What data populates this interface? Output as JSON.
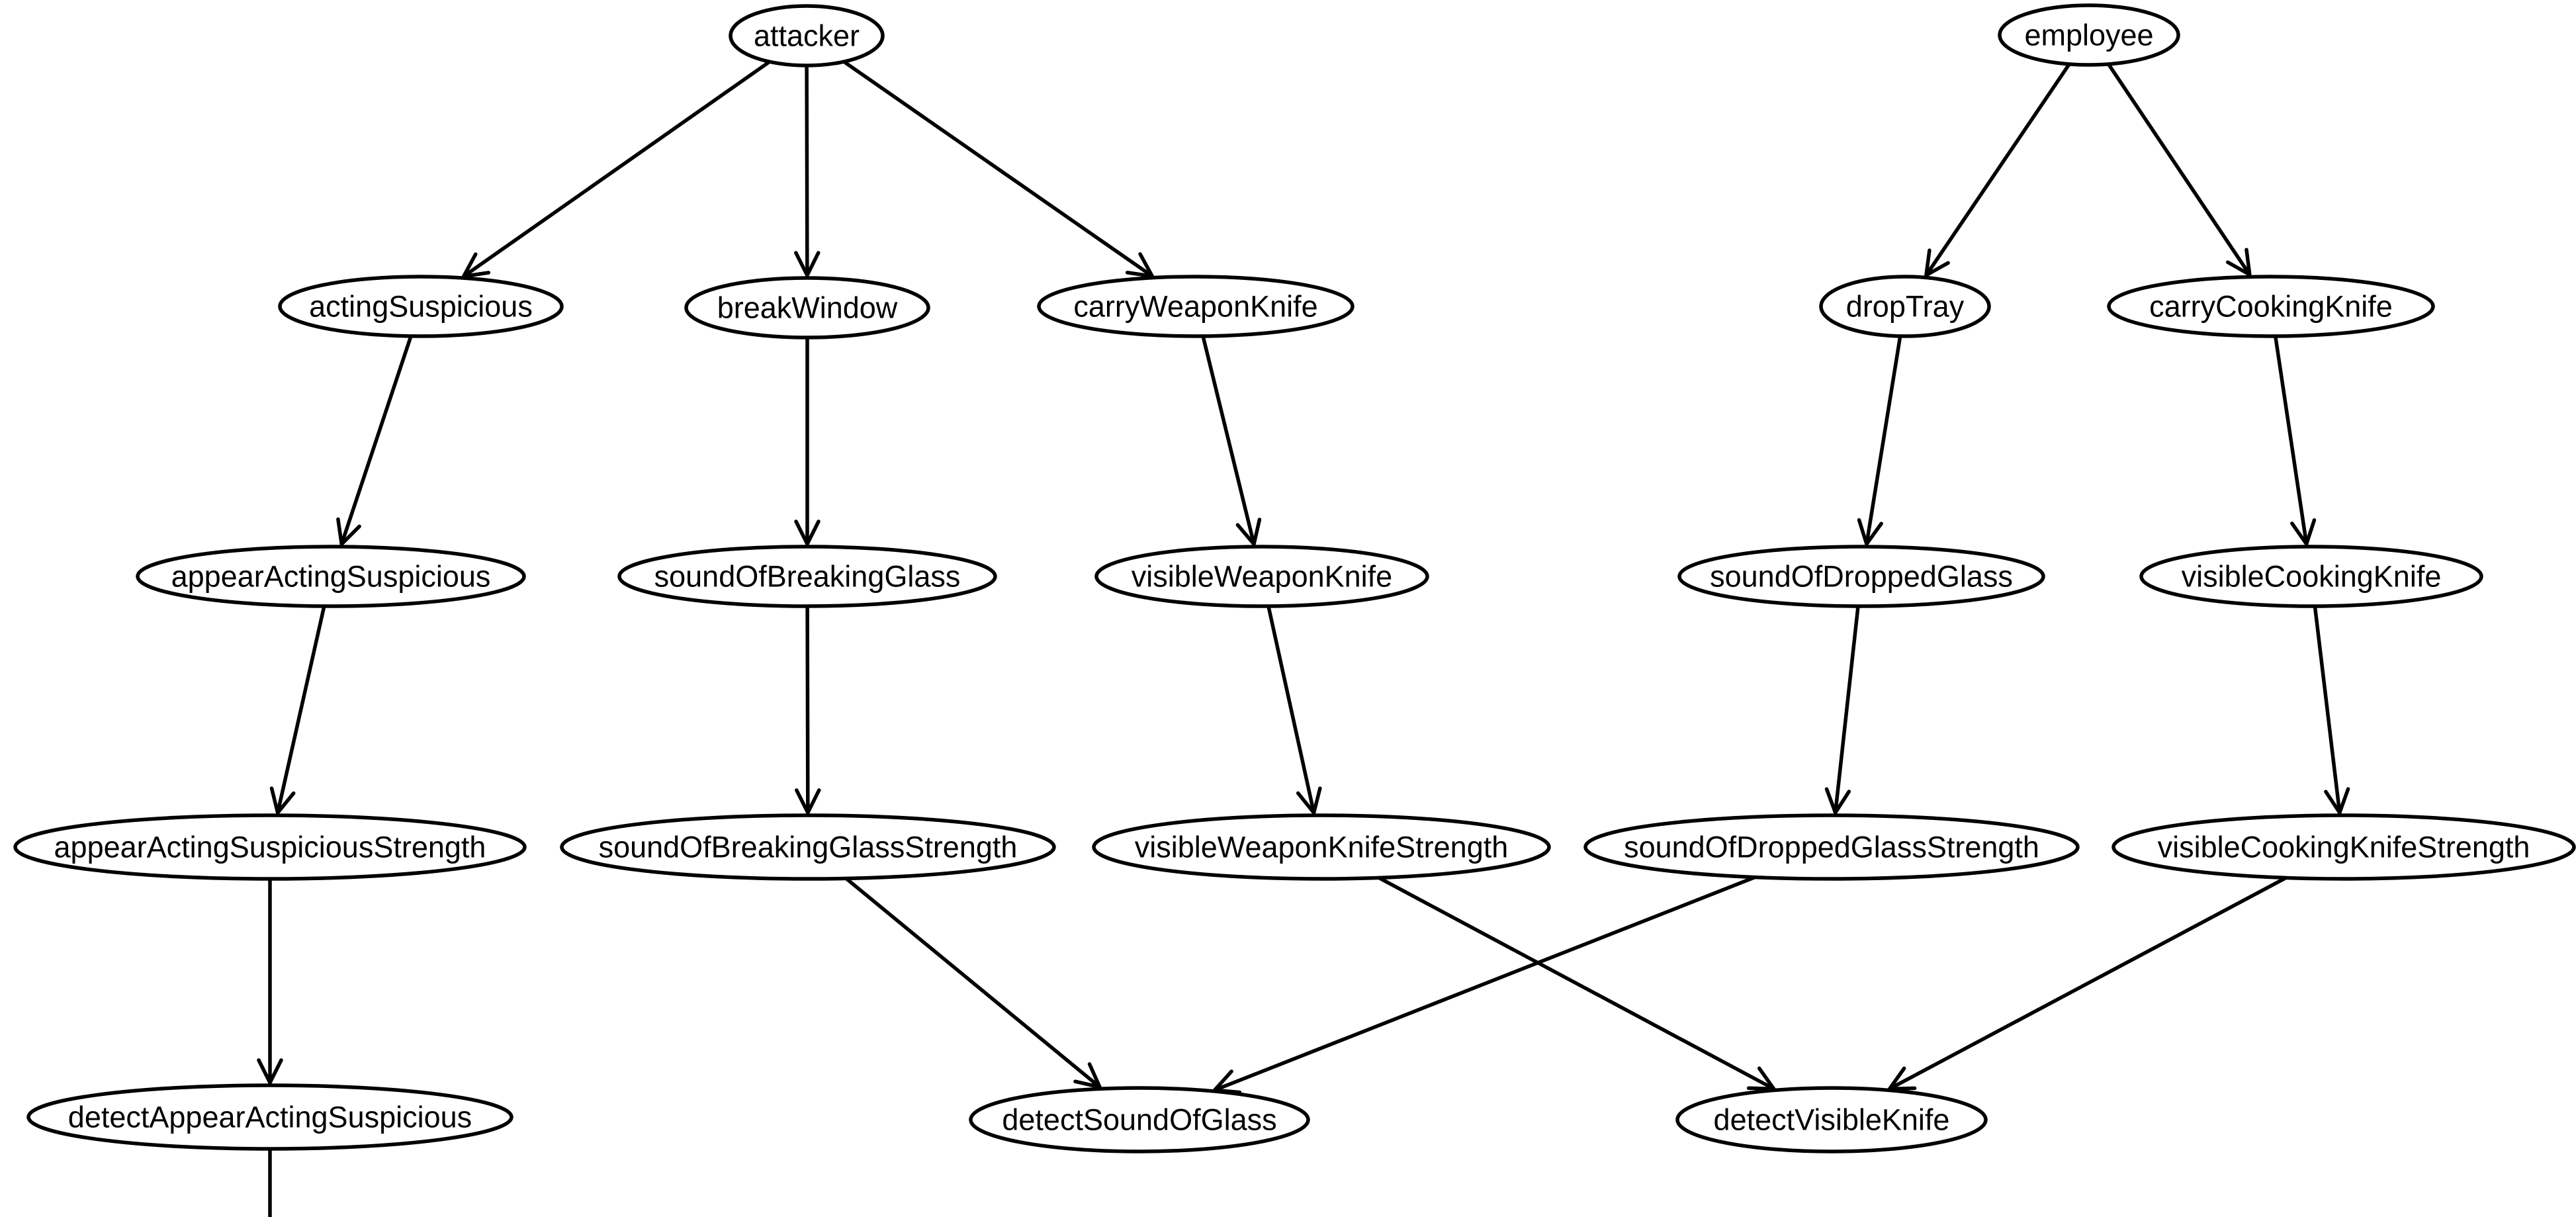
{
  "diagram": {
    "nodes": [
      {
        "id": "attacker",
        "label": "attacker"
      },
      {
        "id": "employee",
        "label": "employee"
      },
      {
        "id": "actingSuspicious",
        "label": "actingSuspicious"
      },
      {
        "id": "breakWindow",
        "label": "breakWindow"
      },
      {
        "id": "carryWeaponKnife",
        "label": "carryWeaponKnife"
      },
      {
        "id": "dropTray",
        "label": "dropTray"
      },
      {
        "id": "carryCookingKnife",
        "label": "carryCookingKnife"
      },
      {
        "id": "appearActingSuspicious",
        "label": "appearActingSuspicious"
      },
      {
        "id": "soundOfBreakingGlass",
        "label": "soundOfBreakingGlass"
      },
      {
        "id": "visibleWeaponKnife",
        "label": "visibleWeaponKnife"
      },
      {
        "id": "soundOfDroppedGlass",
        "label": "soundOfDroppedGlass"
      },
      {
        "id": "visibleCookingKnife",
        "label": "visibleCookingKnife"
      },
      {
        "id": "appearActingSuspiciousStrength",
        "label": "appearActingSuspiciousStrength"
      },
      {
        "id": "soundOfBreakingGlassStrength",
        "label": "soundOfBreakingGlassStrength"
      },
      {
        "id": "visibleWeaponKnifeStrength",
        "label": "visibleWeaponKnifeStrength"
      },
      {
        "id": "soundOfDroppedGlassStrength",
        "label": "soundOfDroppedGlassStrength"
      },
      {
        "id": "visibleCookingKnifeStrength",
        "label": "visibleCookingKnifeStrength"
      },
      {
        "id": "detectAppearActingSuspicious",
        "label": "detectAppearActingSuspicious"
      },
      {
        "id": "detectSoundOfGlass",
        "label": "detectSoundOfGlass"
      },
      {
        "id": "detectVisibleKnife",
        "label": "detectVisibleKnife"
      }
    ],
    "edges": [
      {
        "from": "attacker",
        "to": "actingSuspicious"
      },
      {
        "from": "attacker",
        "to": "breakWindow"
      },
      {
        "from": "attacker",
        "to": "carryWeaponKnife"
      },
      {
        "from": "employee",
        "to": "dropTray"
      },
      {
        "from": "employee",
        "to": "carryCookingKnife"
      },
      {
        "from": "actingSuspicious",
        "to": "appearActingSuspicious"
      },
      {
        "from": "breakWindow",
        "to": "soundOfBreakingGlass"
      },
      {
        "from": "carryWeaponKnife",
        "to": "visibleWeaponKnife"
      },
      {
        "from": "dropTray",
        "to": "soundOfDroppedGlass"
      },
      {
        "from": "carryCookingKnife",
        "to": "visibleCookingKnife"
      },
      {
        "from": "appearActingSuspicious",
        "to": "appearActingSuspiciousStrength"
      },
      {
        "from": "soundOfBreakingGlass",
        "to": "soundOfBreakingGlassStrength"
      },
      {
        "from": "visibleWeaponKnife",
        "to": "visibleWeaponKnifeStrength"
      },
      {
        "from": "soundOfDroppedGlass",
        "to": "soundOfDroppedGlassStrength"
      },
      {
        "from": "visibleCookingKnife",
        "to": "visibleCookingKnifeStrength"
      },
      {
        "from": "appearActingSuspiciousStrength",
        "to": "detectAppearActingSuspicious"
      },
      {
        "from": "soundOfBreakingGlassStrength",
        "to": "detectSoundOfGlass"
      },
      {
        "from": "soundOfDroppedGlassStrength",
        "to": "detectSoundOfGlass"
      },
      {
        "from": "visibleWeaponKnifeStrength",
        "to": "detectVisibleKnife"
      },
      {
        "from": "visibleCookingKnifeStrength",
        "to": "detectVisibleKnife"
      }
    ]
  }
}
